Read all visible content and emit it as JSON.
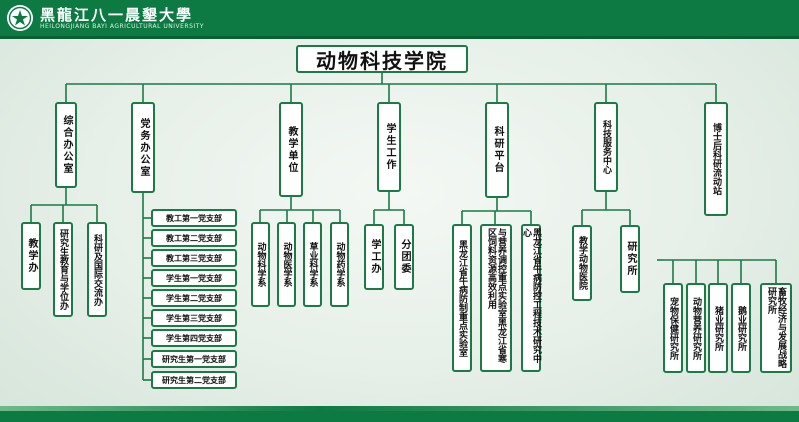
{
  "university": {
    "name_cn": "黑龍江八一晨墾大學",
    "name_en": "HEILONGJIANG BAYI AGRICULTURAL UNIVERSITY"
  },
  "root": "动物科技学院",
  "level1": [
    {
      "id": "zonghe",
      "label": "综合办公室"
    },
    {
      "id": "dangwu",
      "label": "党务办公室"
    },
    {
      "id": "jiaoxue",
      "label": "教学单位"
    },
    {
      "id": "xuesheng",
      "label": "学生工作"
    },
    {
      "id": "keyan",
      "label": "科研平台"
    },
    {
      "id": "keji",
      "label": "科技服务中心"
    },
    {
      "id": "boshihou",
      "label": "博士后科研流动站"
    }
  ],
  "zonghe_children": [
    "教学办",
    "研究生教育与学位办",
    "科研及国际交流办"
  ],
  "dangwu_children": [
    "教工第一党支部",
    "教工第二党支部",
    "教工第三党支部",
    "学生第一党支部",
    "学生第二党支部",
    "学生第三党支部",
    "学生第四党支部",
    "研究生第一党支部",
    "研究生第二党支部"
  ],
  "jiaoxue_children": [
    "动物科学系",
    "动物医学系",
    "草业科学系",
    "动物药学系"
  ],
  "xuesheng_children": [
    "学工办",
    "分团委"
  ],
  "keyan_children": [
    "黑龙江省牛病防制重点实验室",
    "与营养调控重点实验室黑龙江省寒区饲料资源高效利用",
    "黑龙江省牛病防控工程技术研究中心"
  ],
  "keji_children": [
    "教学动物医院",
    "研究所"
  ],
  "yanjiusuo_children": [
    "宠物保健研究所",
    "动物营养研究所",
    "猪业研究所",
    "鹅业研究所",
    "畜牧经济与发展战略研究所"
  ]
}
